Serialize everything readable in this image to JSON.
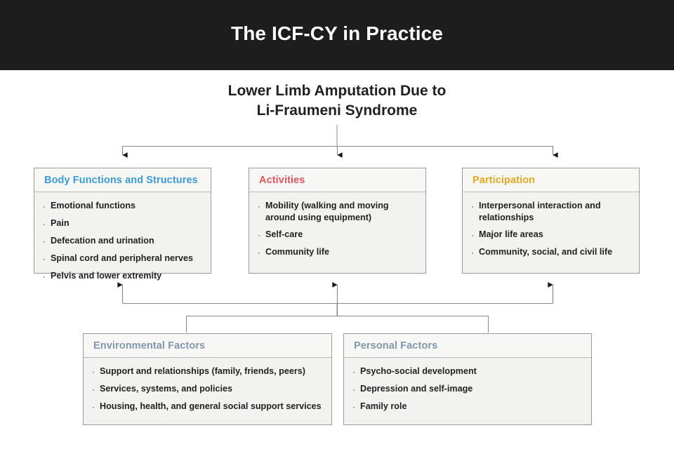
{
  "header": {
    "title": "The ICF-CY in Practice",
    "background": "#1d1d1d",
    "text_color": "#ffffff"
  },
  "subtitle": {
    "line1": "Lower Limb Amputation Due to",
    "line2": "Li-Fraumeni Syndrome"
  },
  "colors": {
    "body_functions": "#3c9bd4",
    "activities": "#e0555e",
    "participation": "#e0a81e",
    "environmental_factors": "#8096aa",
    "personal_factors": "#8096aa",
    "card_background": "#f2f2f0",
    "card_header_background": "#f7f7f6",
    "card_border": "#9a9a9a",
    "connector": "#8a8a8a",
    "page_background": "#ffffff",
    "body_text": "#231f20"
  },
  "bullet_glyph": "·",
  "cards": {
    "body_functions": {
      "title": "Body Functions and Structures",
      "items": [
        "Emotional functions",
        "Pain",
        "Defecation and urination",
        "Spinal cord and peripheral nerves",
        "Pelvis and lower extremity"
      ]
    },
    "activities": {
      "title": "Activities",
      "items": [
        "Mobility (walking and moving around using equipment)",
        "Self-care",
        "Community life"
      ]
    },
    "participation": {
      "title": "Participation",
      "items": [
        "Interpersonal interaction and relationships",
        "Major life areas",
        "Community, social, and civil life"
      ]
    },
    "environmental_factors": {
      "title": "Environmental Factors",
      "items": [
        "Support and relationships (family, friends, peers)",
        "Services, systems, and policies",
        "Housing, health, and general social support services"
      ]
    },
    "personal_factors": {
      "title": "Personal Factors",
      "items": [
        "Psycho-social development",
        "Depression and self-image",
        "Family role"
      ]
    }
  }
}
